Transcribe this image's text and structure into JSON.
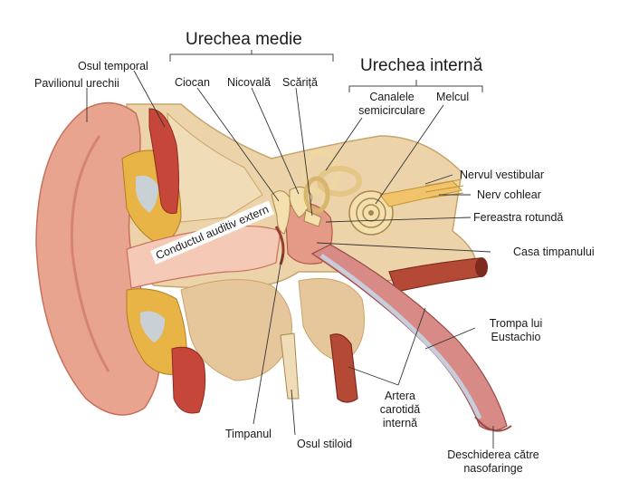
{
  "groups": {
    "middle_ear": "Urechea medie",
    "inner_ear": "Urechea internă"
  },
  "labels": {
    "osul_temporal": "Osul temporal",
    "pavilionul": "Pavilionul urechii",
    "ciocan": "Ciocan",
    "nicovala": "Nicovală",
    "scarita": "Scăriță",
    "canalele_semicirculare": "Canalele semicirculare",
    "melcul": "Melcul",
    "nervul_vestibular": "Nervul vestibular",
    "nerv_cohlear": "Nerv cohlear",
    "fereastra_rotunda": "Fereastra rotundă",
    "casa_timpanului": "Casa timpanului",
    "conductul_auditiv": "Conductul auditiv extern",
    "trompa_lui_eustachio": "Trompa lui Eustachio",
    "artera_carotida": "Artera carotidă internă",
    "timpanul": "Timpanul",
    "osul_stiloid": "Osul stiloid",
    "deschiderea": "Deschiderea către nasofaringe"
  },
  "colors": {
    "skin": "#e8a48f",
    "skin_dark": "#c9705c",
    "bone": "#ecd3a9",
    "bone_dark": "#c9a46a",
    "fat": "#e8b446",
    "muscle": "#c6463a",
    "artery": "#b44a36",
    "tube": "#d88a86",
    "tube_lining": "#c7d4e6",
    "cochlea": "#f3e0ae",
    "nerve": "#f1c36a",
    "leader": "#333333"
  }
}
